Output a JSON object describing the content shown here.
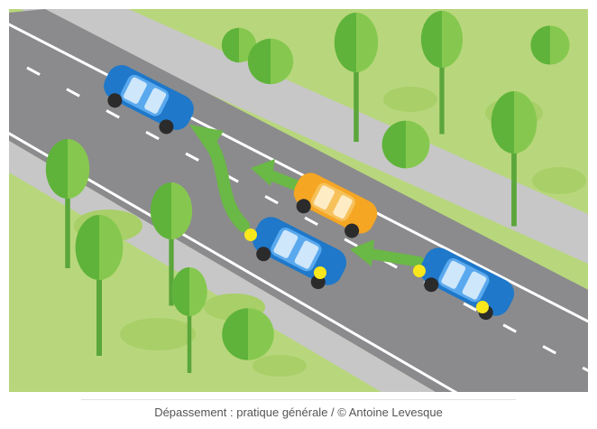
{
  "caption": "Dépassement : pratique générale / © Antoine Levesque",
  "colors": {
    "grass": "#b8d77c",
    "road": "#8b8b8d",
    "sidewalk": "#c7c7c7",
    "tree_dark": "#5fb33a",
    "tree_light": "#86c84f",
    "trunk": "#5aa63a",
    "car_blue": "#1f78c9",
    "car_orange": "#f5a623",
    "arrow": "#6ab846",
    "headlight": "#f8e71c"
  },
  "illustration": {
    "subject": "overtaking-maneuver",
    "cars": [
      "blue-car",
      "blue-car",
      "orange-car",
      "blue-car"
    ],
    "arrows": [
      "overtake-arrow",
      "straight-arrow",
      "follow-arrow"
    ]
  }
}
